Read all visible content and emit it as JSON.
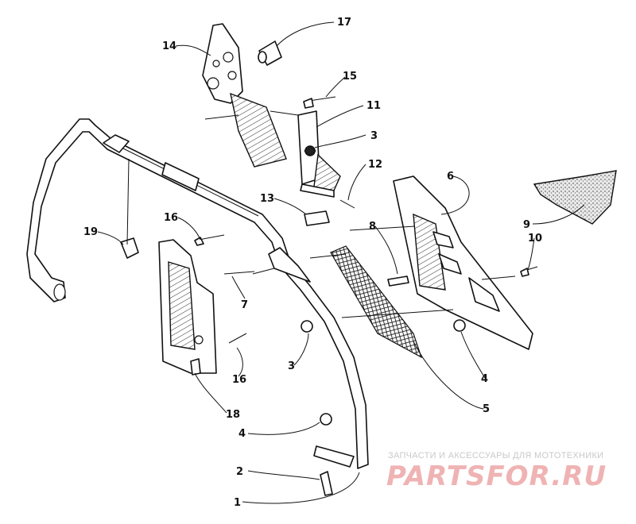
{
  "callouts": [
    {
      "id": "c1",
      "text": "1"
    },
    {
      "id": "c2",
      "text": "2"
    },
    {
      "id": "c3a",
      "text": "3"
    },
    {
      "id": "c3b",
      "text": "3"
    },
    {
      "id": "c4a",
      "text": "4"
    },
    {
      "id": "c4b",
      "text": "4"
    },
    {
      "id": "c5",
      "text": "5"
    },
    {
      "id": "c6",
      "text": "6"
    },
    {
      "id": "c7",
      "text": "7"
    },
    {
      "id": "c8",
      "text": "8"
    },
    {
      "id": "c9",
      "text": "9"
    },
    {
      "id": "c10",
      "text": "10"
    },
    {
      "id": "c11",
      "text": "11"
    },
    {
      "id": "c12",
      "text": "12"
    },
    {
      "id": "c13",
      "text": "13"
    },
    {
      "id": "c14",
      "text": "14"
    },
    {
      "id": "c15",
      "text": "15"
    },
    {
      "id": "c16a",
      "text": "16"
    },
    {
      "id": "c16b",
      "text": "16"
    },
    {
      "id": "c17",
      "text": "17"
    },
    {
      "id": "c18",
      "text": "18"
    },
    {
      "id": "c19",
      "text": "19"
    }
  ],
  "watermark": {
    "tagline": "ЗАПЧАСТИ И АКСЕССУАРЫ ДЛЯ МОТОТЕХНИКИ",
    "logo": "PARTSFOR.RU",
    "color": "#efb3b3"
  }
}
